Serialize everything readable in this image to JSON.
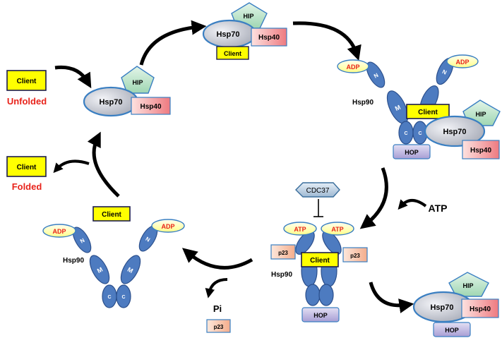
{
  "labels": {
    "client": "Client",
    "unfolded": "Unfolded",
    "folded": "Folded",
    "hsp70": "Hsp70",
    "hsp40": "Hsp40",
    "hip": "HIP",
    "hop": "HOP",
    "adp": "ADP",
    "atp_domain": "ATP",
    "atp": "ATP",
    "hsp90": "Hsp90",
    "n": "N",
    "m": "M",
    "c": "C",
    "cdc37": "CDC37",
    "p23": "p23",
    "pi": "Pi"
  },
  "colors": {
    "client": "#ffff00",
    "red_text": "#e8231b",
    "hsp70": "#c9ccd6",
    "hsp70_border": "#3a7fc2",
    "hsp40": "#f4a0a4",
    "hip": "#bfe6cc",
    "hop": "#c0b8e0",
    "nucleotide": "#ffffa0",
    "hsp90": "#4d7bc0",
    "cdc37": "#bcd0e4",
    "p23": "#f9c9b0",
    "arrow": "#000000"
  }
}
